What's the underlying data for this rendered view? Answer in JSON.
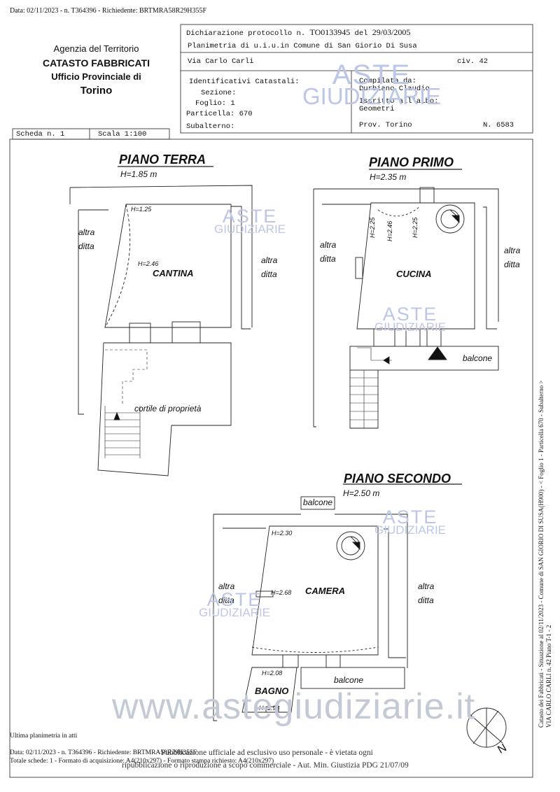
{
  "header_line": "Data: 02/11/2023 - n. T364396 - Richiedente: BRTMRA58R29H355F",
  "agency": {
    "line1": "Agenzia del Territorio",
    "line2": "CATASTO FABBRICATI",
    "line3": "Ufficio Provinciale di",
    "line4": "Torino"
  },
  "declaration": {
    "protocol_label": "Dichiarazione protocollo n.",
    "protocol_number": "TO0133945",
    "date_label": "del",
    "date": "29/03/2005",
    "planimetry": "Planimetria di u.i.u.in Comune di San Giorio Di Susa",
    "street": "Via Carlo Carli",
    "civic": "civ. 42"
  },
  "identifiers": {
    "title": "Identificativi Catastali:",
    "sezione": "Sezione:",
    "foglio": "Foglio: 1",
    "particella": "Particella: 670",
    "subalterno": "Subalterno:"
  },
  "compiler": {
    "label": "Compilata da:",
    "name": "Durbiano Claudio",
    "albo_label": "Iscritto all'albo:",
    "albo": "Geometri",
    "prov": "Prov. Torino",
    "number": "N.  6583"
  },
  "scheda": "Scheda n. 1",
  "scala": "Scala 1:100",
  "floors": {
    "terra": {
      "title": "PIANO TERRA",
      "height": "H=1.85 m",
      "room": "CANTINA",
      "h1": "H=1.25",
      "h2": "H=2.46",
      "left_other": "altra\nditta",
      "right_other": "altra\nditta",
      "courtyard": "cortile di proprietà"
    },
    "primo": {
      "title": "PIANO PRIMO",
      "height": "H=2.35 m",
      "room": "CUCINA",
      "h1": "H=2.25",
      "h2": "H=2.46",
      "h3": "H=2.25",
      "left_other": "altra\nditta",
      "right_other": "altra\nditta",
      "balcony": "balcone"
    },
    "secondo": {
      "title": "PIANO SECONDO",
      "height": "H=2.50 m",
      "room": "CAMERA",
      "bath": "BAGNO",
      "h1": "H=2.30",
      "h2": "H=2.68",
      "h3": "H=2.08",
      "h4": "H=1.98",
      "top_balcony": "balcone",
      "balcony": "balcone",
      "left_other": "altra\nditta",
      "right_other": "altra\nditta"
    }
  },
  "watermark": {
    "line1": "ASTE",
    "line2": "GIUDIZIARIE",
    "big": "www.astegiudiziarie.it"
  },
  "footer": {
    "last_plan": "Ultima planimetria in atti",
    "data_line": "Data: 02/11/2023 - n. T364396 - Richiedente: BRTMRA58R29H355F",
    "totals": "Totale schede: 1 - Formato di acquisizione: A4(210x297)  - Formato stampa richiesto: A4(210x297)",
    "notice1": "Pubblicazione ufficiale ad esclusivo uso personale - è vietata ogni",
    "notice2": "ripubblicazione o riproduzione a scopo commerciale - Aut. Min. Giustizia PDG 21/07/09"
  },
  "side_text": {
    "line1": "Catasto dei Fabbricati - Situazione al 02/11/2023 - Comune di SAN GIORIO DI SUSA(H900) - < Foglio 1 - Particella 670 - Subalterno  >",
    "line2": "VIA CARLO CARLI n. 42 Piano T-1 - 2"
  },
  "compass": "N"
}
